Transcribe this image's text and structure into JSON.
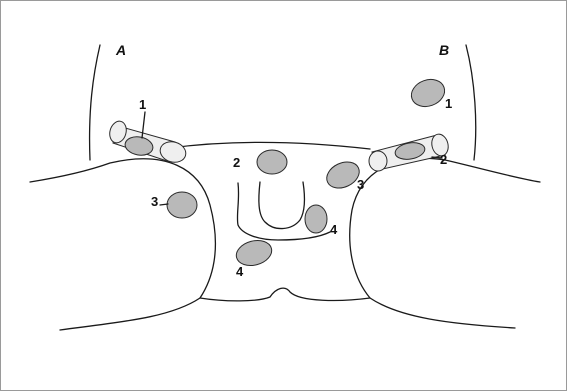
{
  "figure": {
    "panel_labels": {
      "left": "A",
      "right": "B"
    },
    "markers": [
      {
        "id": "left-1",
        "text": "1"
      },
      {
        "id": "right-1",
        "text": "1"
      },
      {
        "id": "center-2",
        "text": "2"
      },
      {
        "id": "right-2",
        "text": "2"
      },
      {
        "id": "left-3",
        "text": "3"
      },
      {
        "id": "right-3",
        "text": "3"
      },
      {
        "id": "center-4",
        "text": "4"
      },
      {
        "id": "bottom-4",
        "text": "4"
      }
    ],
    "colors": {
      "oval_fill": "#b9b9b9",
      "cylinder_fill": "#efefef",
      "line": "#1a1a1a",
      "border": "#9a9a9a"
    }
  }
}
